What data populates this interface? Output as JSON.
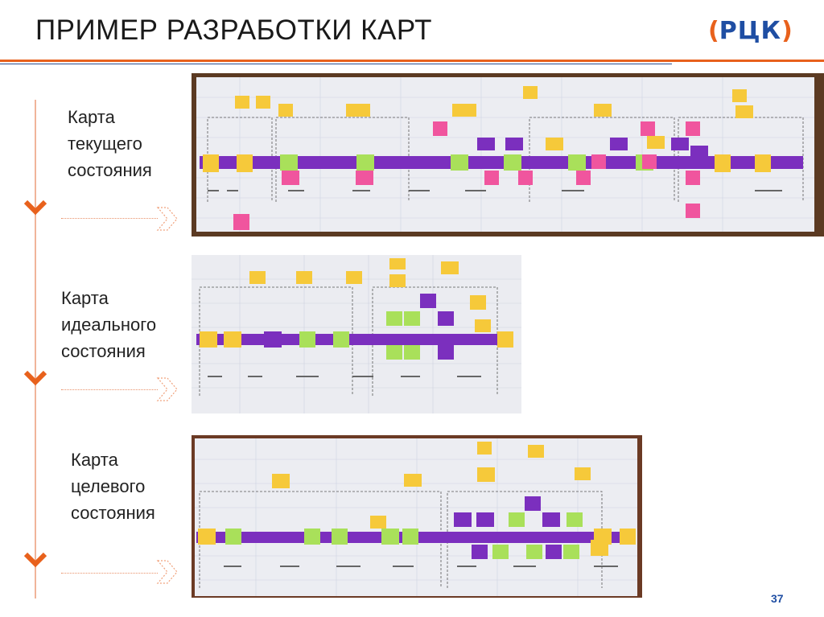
{
  "slide": {
    "title": "ПРИМЕР РАЗРАБОТКИ КАРТ",
    "page_number": "37"
  },
  "logo": {
    "left": "(",
    "word": "РЦК",
    "right": ")"
  },
  "maps": [
    {
      "label_line1": "Карта",
      "label_line2": "текущего",
      "label_line3": "состояния"
    },
    {
      "label_line1": "Карта",
      "label_line2": "идеального",
      "label_line3": "состояния"
    },
    {
      "label_line1": "Карта",
      "label_line2": "целевого",
      "label_line3": "состояния"
    }
  ],
  "colors": {
    "accent_orange": "#e8611c",
    "brand_blue": "#1f4ea3",
    "note_purple": "#7b2fbe",
    "note_yellow": "#f6c93a",
    "note_green": "#a9e05a",
    "note_pink": "#f0559e"
  }
}
